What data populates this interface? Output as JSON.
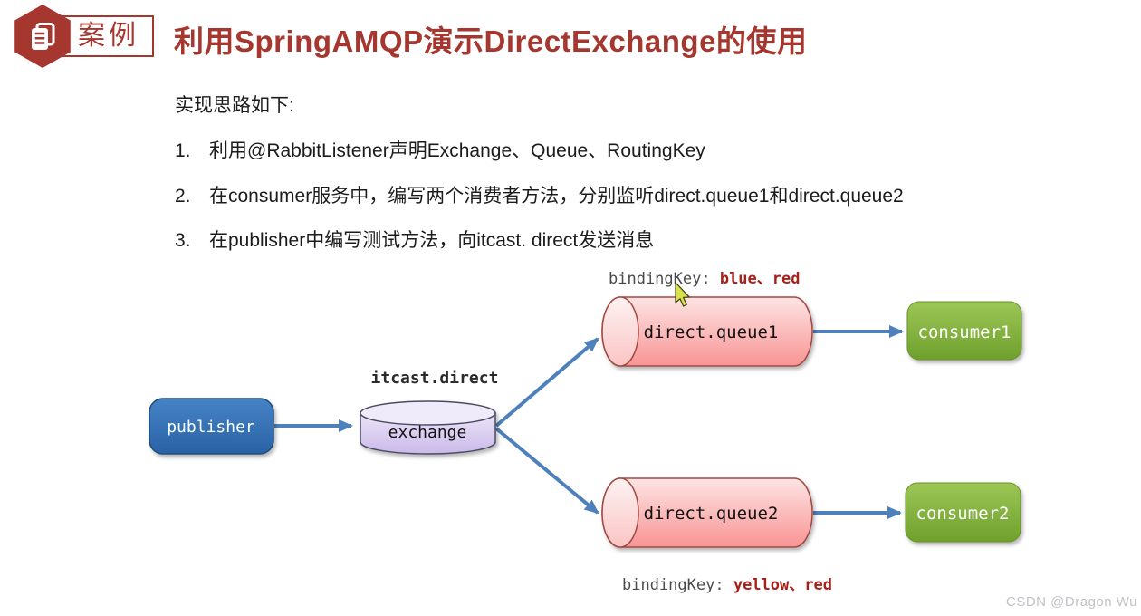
{
  "header": {
    "badge_label": "案例",
    "title": "利用SpringAMQP演示DirectExchange的使用"
  },
  "content": {
    "intro": "实现思路如下:",
    "steps": [
      {
        "num": "1.",
        "text": "利用@RabbitListener声明Exchange、Queue、RoutingKey"
      },
      {
        "num": "2.",
        "text": "在consumer服务中，编写两个消费者方法，分别监听direct.queue1和direct.queue2"
      },
      {
        "num": "3.",
        "text": "在publisher中编写测试方法，向itcast. direct发送消息"
      }
    ]
  },
  "diagram": {
    "publisher_label": "publisher",
    "exchange_name_label": "itcast.direct",
    "exchange_label": "exchange",
    "queue1_label": "direct.queue1",
    "queue2_label": "direct.queue2",
    "consumer1_label": "consumer1",
    "consumer2_label": "consumer2",
    "binding_top_prefix": "bindingKey: ",
    "binding_top_keys": "blue、red",
    "binding_bottom_prefix": "bindingKey: ",
    "binding_bottom_keys": "yellow、red"
  },
  "icons": {
    "badge": "document-icon",
    "pointer": "mouse-cursor-icon"
  },
  "colors": {
    "accent_red": "#a5372f",
    "binding_key_red": "#a8201a",
    "arrow_blue": "#4e80bc",
    "publisher_blue": "#2f6cb3",
    "consumer_green": "#7fae38",
    "queue_pink": "#f99c9c",
    "exchange_purple": "#d9cbf0"
  },
  "watermark": "CSDN @Dragon  Wu"
}
